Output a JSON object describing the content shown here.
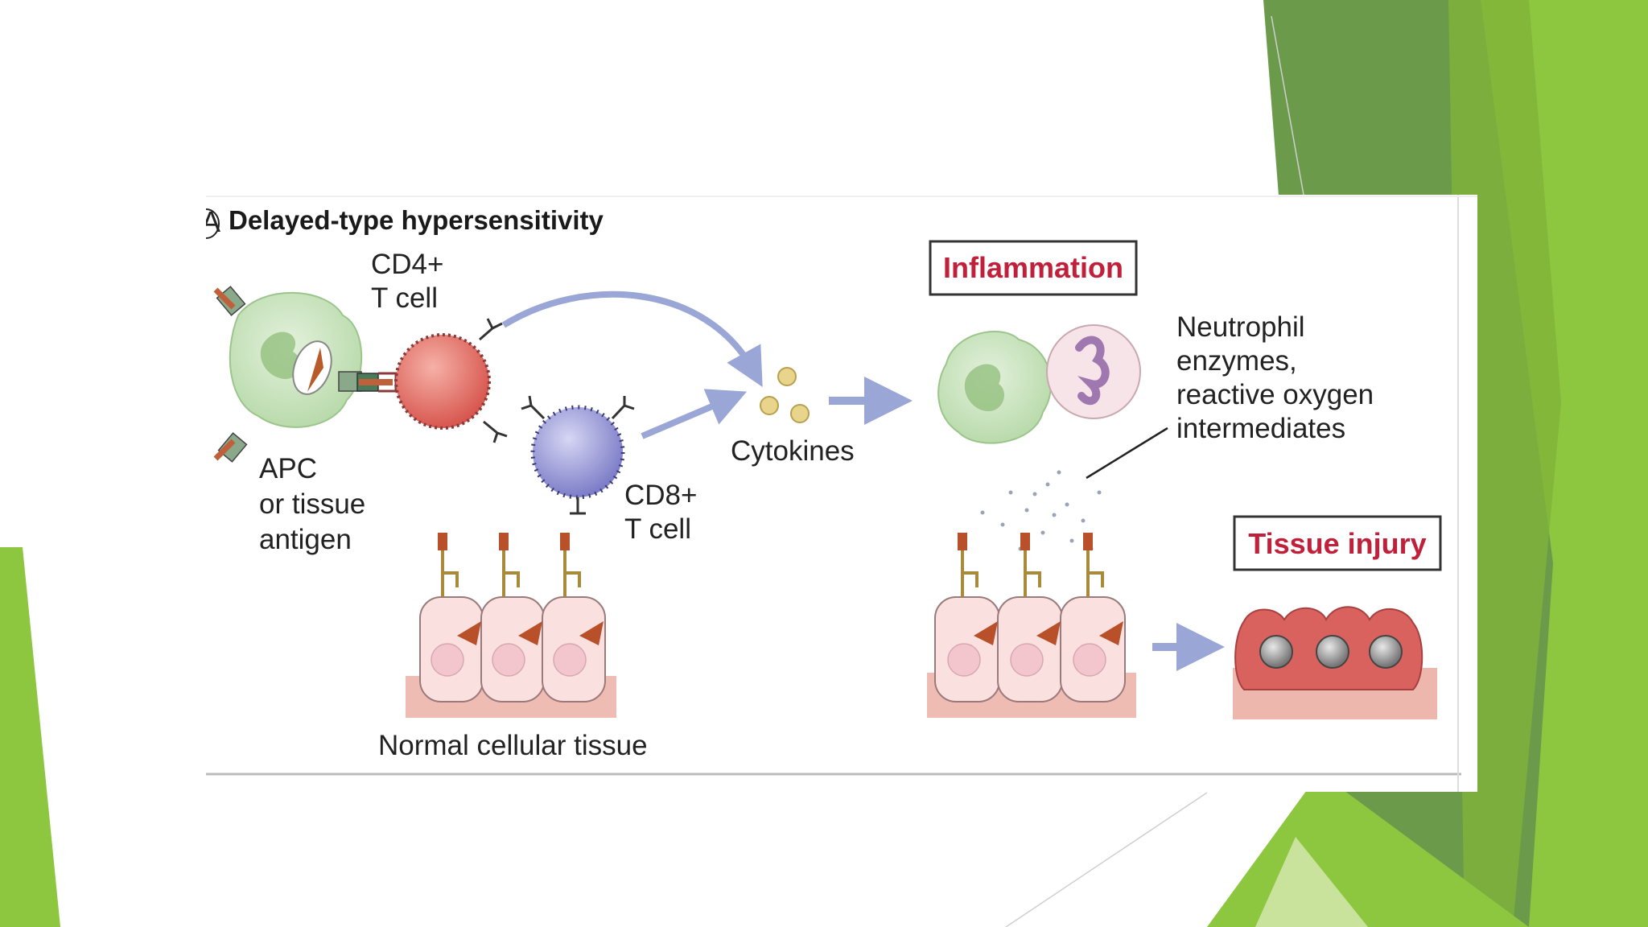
{
  "figure": {
    "panel_marker": "A",
    "title": "Delayed-type hypersensitivity",
    "cd4_label_line1": "CD4+",
    "cd4_label_line2": "T cell",
    "apc_label_line1": "APC",
    "apc_label_line2": "or tissue",
    "apc_label_line3": "antigen",
    "cd8_label_line1": "CD8+",
    "cd8_label_line2": "T cell",
    "cytokines_label": "Cytokines",
    "inflammation_label": "Inflammation",
    "neutrophil_label_line1": "Neutrophil",
    "neutrophil_label_line2": "enzymes,",
    "neutrophil_label_line3": "reactive oxygen",
    "neutrophil_label_line4": "intermediates",
    "tissue_injury_label": "Tissue injury",
    "normal_tissue_label": "Normal cellular tissue"
  },
  "colors": {
    "slide_green_dark": "#6a9a4a",
    "slide_green_light": "#8dc63f",
    "arrow": "#9aa6d6",
    "label_red": "#c0203a"
  }
}
